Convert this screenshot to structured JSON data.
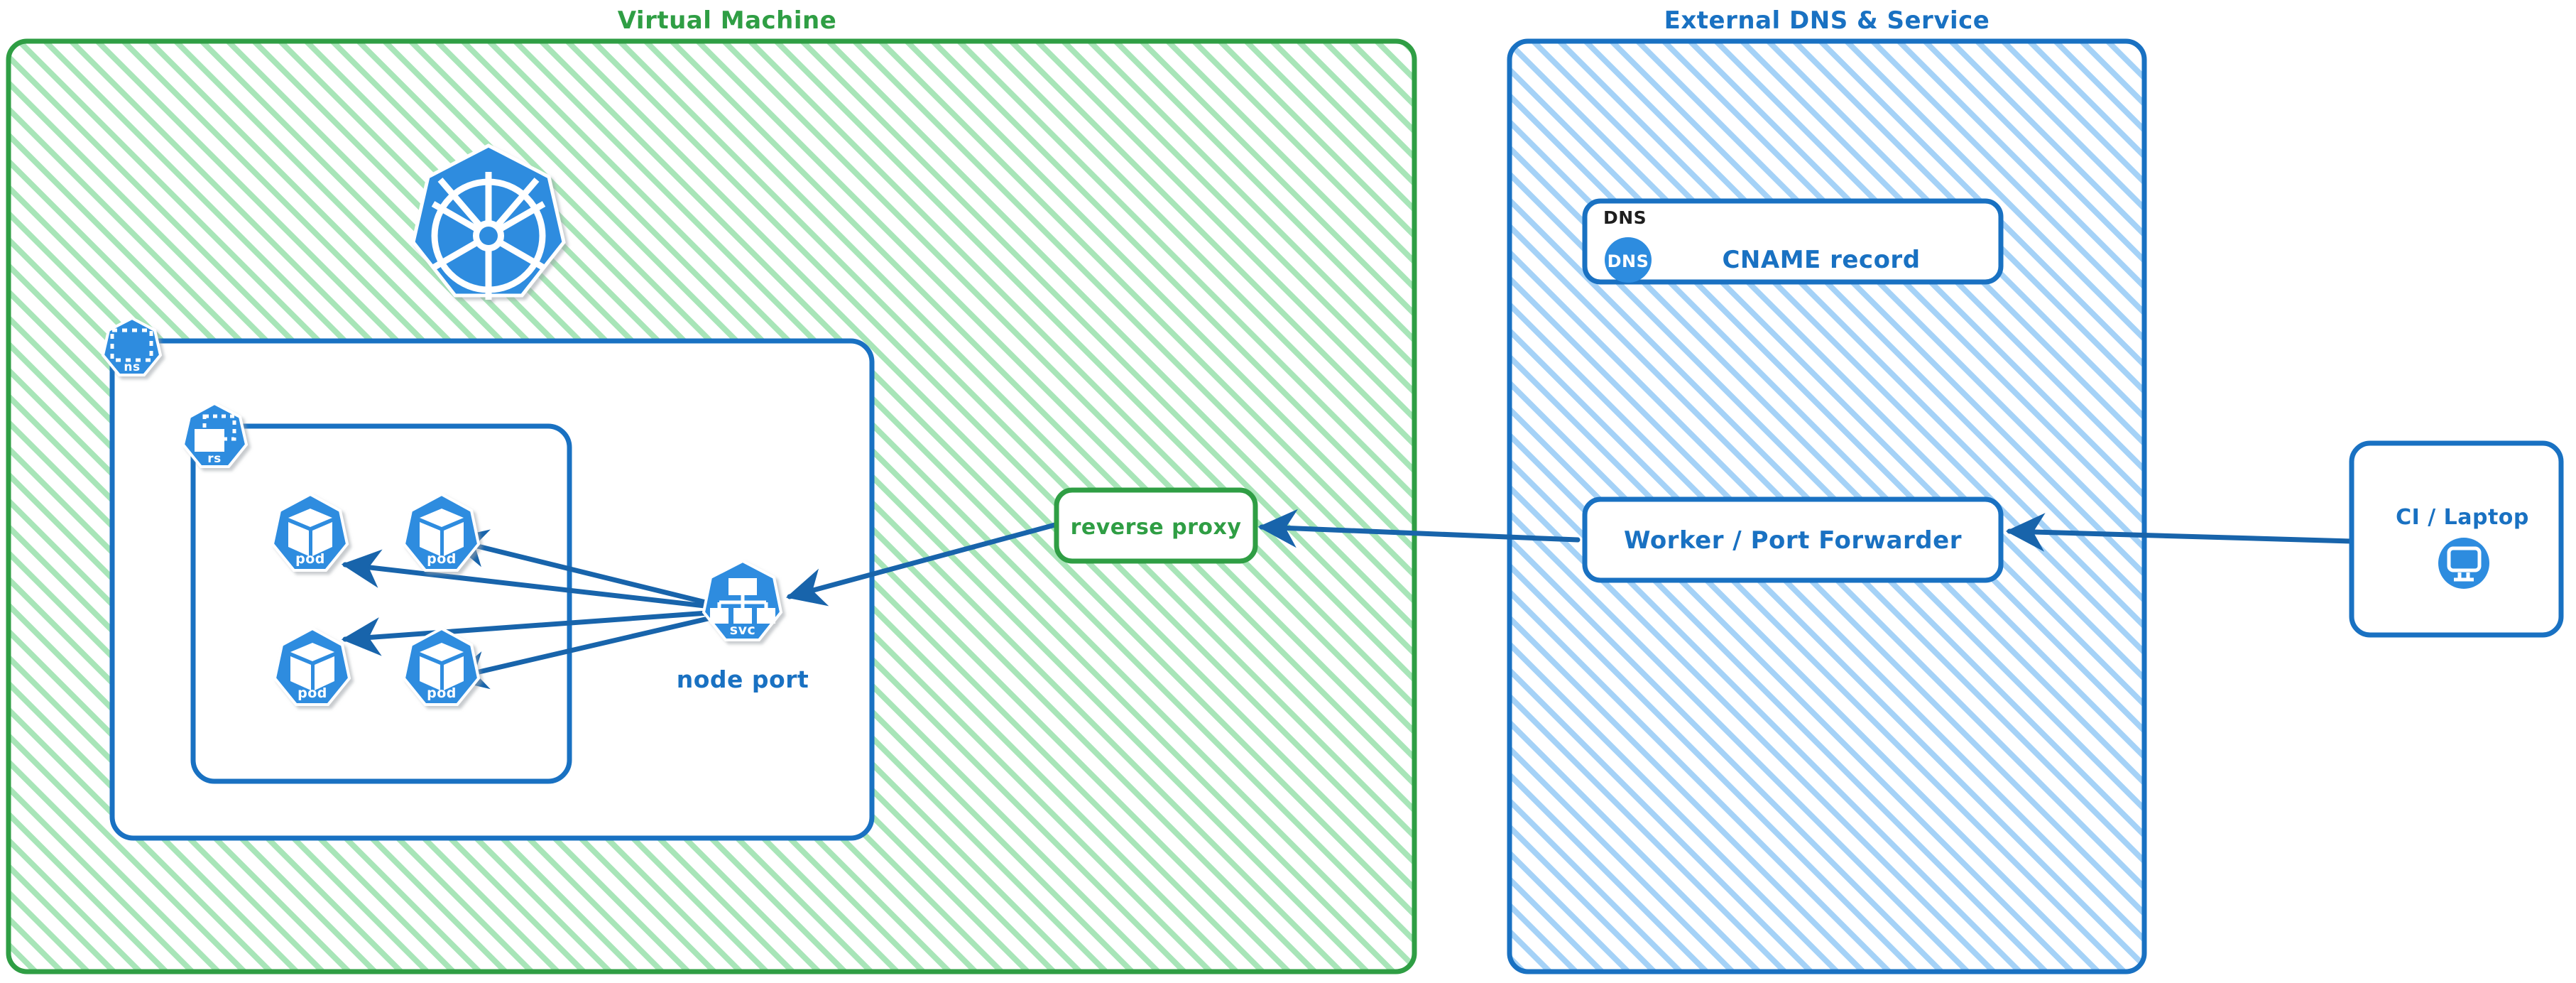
{
  "diagram": {
    "title_hidden": "Kubernetes NodePort exposure via reverse proxy and external DNS",
    "colors": {
      "green_stroke": "#2f9e44",
      "green_hatch": "#a8e5b8",
      "green_text": "#2f9e44",
      "blue_stroke": "#1971c2",
      "blue_hatch": "#a5d2f7",
      "blue_text": "#1971c2",
      "k8s_blue": "#2d8cdf",
      "arrow_blue": "#1864ab",
      "dark_text": "#1e1e1e",
      "white": "#ffffff"
    },
    "zones": [
      {
        "id": "virtual-machine",
        "label": "Virtual Machine",
        "style": "green-hatched"
      },
      {
        "id": "external-dns-service",
        "label": "External DNS & Service",
        "style": "blue-hatched"
      }
    ],
    "k8s_nodes": [
      {
        "id": "k8s-logo",
        "label": "",
        "icon": "kubernetes-wheel-icon"
      },
      {
        "id": "namespace",
        "label": "ns",
        "icon": "namespace-icon"
      },
      {
        "id": "replicaset",
        "label": "rs",
        "icon": "replicaset-icon"
      },
      {
        "id": "pod-1",
        "label": "pod",
        "icon": "pod-icon"
      },
      {
        "id": "pod-2",
        "label": "pod",
        "icon": "pod-icon"
      },
      {
        "id": "pod-3",
        "label": "pod",
        "icon": "pod-icon"
      },
      {
        "id": "pod-4",
        "label": "pod",
        "icon": "pod-icon"
      },
      {
        "id": "service",
        "label": "svc",
        "icon": "service-icon"
      }
    ],
    "labels": {
      "node_port": "node port"
    },
    "boxes": [
      {
        "id": "reverse-proxy",
        "label": "reverse proxy",
        "accent": "green"
      },
      {
        "id": "dns-record",
        "group_label": "DNS",
        "badge_label": "DNS",
        "label": "CNAME record",
        "accent": "blue"
      },
      {
        "id": "worker-port-forwarder",
        "label": "Worker / Port Forwarder",
        "accent": "blue"
      },
      {
        "id": "ci-laptop",
        "label": "CI / Laptop",
        "icon": "monitor-icon",
        "accent": "blue"
      }
    ],
    "connections": [
      {
        "from": "service",
        "to": "pod-1",
        "direction": "to"
      },
      {
        "from": "service",
        "to": "pod-2",
        "direction": "to"
      },
      {
        "from": "service",
        "to": "pod-3",
        "direction": "to"
      },
      {
        "from": "service",
        "to": "pod-4",
        "direction": "to"
      },
      {
        "from": "reverse-proxy",
        "to": "service",
        "direction": "to"
      },
      {
        "from": "worker-port-forwarder",
        "to": "reverse-proxy",
        "direction": "to"
      },
      {
        "from": "ci-laptop",
        "to": "worker-port-forwarder",
        "direction": "to"
      }
    ]
  }
}
